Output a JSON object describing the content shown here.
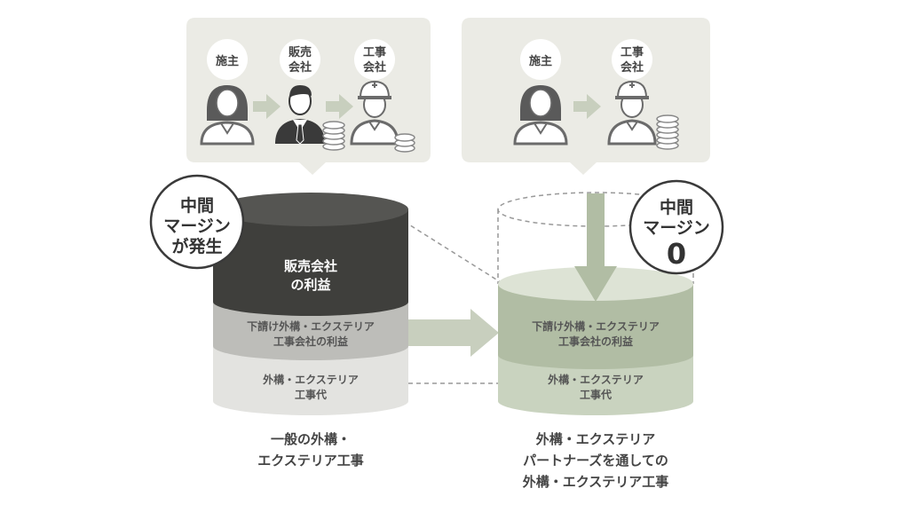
{
  "left_panel": {
    "actors": [
      {
        "label_lines": [
          "施主"
        ]
      },
      {
        "label_lines": [
          "販売",
          "会社"
        ]
      },
      {
        "label_lines": [
          "工事",
          "会社"
        ]
      }
    ]
  },
  "right_panel": {
    "actors": [
      {
        "label_lines": [
          "施主"
        ]
      },
      {
        "label_lines": [
          "工事",
          "会社"
        ]
      }
    ]
  },
  "left_badge": {
    "lines": [
      "中間",
      "マージン",
      "が発生"
    ]
  },
  "right_badge": {
    "lines": [
      "中間",
      "マージン",
      "0"
    ]
  },
  "left_cylinder": {
    "top_label": [
      "販売会社",
      "の利益"
    ],
    "mid_label": [
      "下請け外構・エクステリア",
      "工事会社の利益"
    ],
    "bottom_label": [
      "外構・エクステリア",
      "工事代"
    ]
  },
  "right_cylinder": {
    "mid_label": [
      "下請け外構・エクステリア",
      "工事会社の利益"
    ],
    "bottom_label": [
      "外構・エクステリア",
      "工事代"
    ]
  },
  "captions": {
    "left": [
      "一般の外構・",
      "エクステリア工事"
    ],
    "right": [
      "外構・エクステリア",
      "パートナーズを通しての",
      "外構・エクステリア工事"
    ]
  },
  "colors": {
    "panel_bg": "#ebebe5",
    "person_gray": "#6b6b6b",
    "person_dark": "#3a3a3a",
    "arrow_green": "#c8cfbe",
    "cyl_dark": "#3f3f3c",
    "cyl_mid": "#bdbdb9",
    "cyl_light": "#e3e3e0",
    "green_mid": "#b1bda4",
    "green_light": "#c9d3bf",
    "green_top": "#dde3d5"
  }
}
